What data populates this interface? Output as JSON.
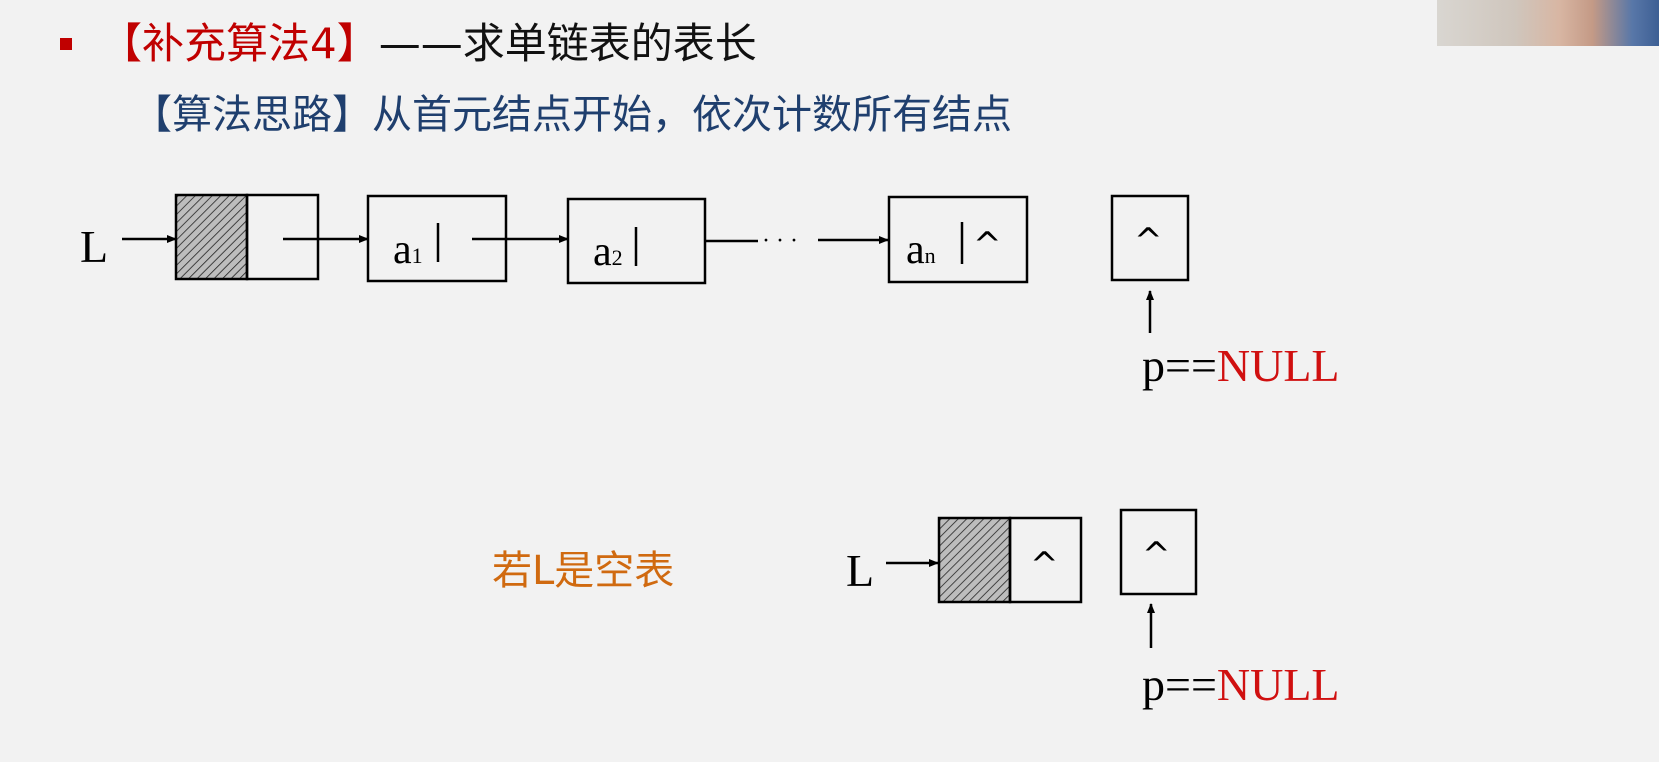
{
  "header": {
    "title_red": "【补充算法4】",
    "title_dash": "——",
    "title_black": "求单链表的表长",
    "subtitle": "【算法思路】从首元结点开始，依次计数所有结点"
  },
  "top_list": {
    "head_label": "L",
    "nodes": [
      {
        "main": "a",
        "sub": "1"
      },
      {
        "main": "a",
        "sub": "2"
      },
      {
        "main": "a",
        "sub": "n"
      }
    ],
    "ellipsis": "· · ·",
    "null_symbol": "^",
    "tail_null_symbol": "^",
    "pointer_prefix": "p==",
    "pointer_value": "NULL"
  },
  "empty_case": {
    "caption": "若L是空表",
    "head_label": "L",
    "head_null_symbol": "^",
    "tail_null_symbol": "^",
    "pointer_prefix": "p==",
    "pointer_value": "NULL"
  },
  "colors": {
    "accent_red": "#c00000",
    "subtitle_blue": "#1f3f6e",
    "caption_orange": "#d06a10",
    "null_red": "#d01010"
  }
}
